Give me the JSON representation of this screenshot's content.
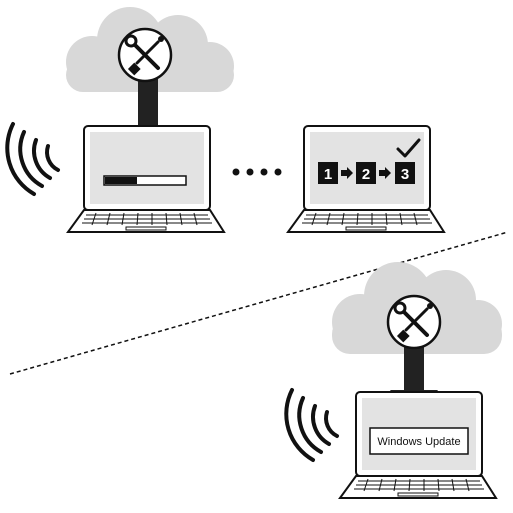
{
  "steps": {
    "one": "1",
    "two": "2",
    "three": "3"
  },
  "update_box": {
    "label": "Windows Update"
  },
  "progress": {
    "fraction": 0.4
  },
  "icons": {
    "cloud": "cloud-icon",
    "tools": "wrench-screwdriver-icon",
    "download_arrow": "arrow-down-icon",
    "wifi": "wifi-icon",
    "check": "checkmark-icon",
    "step_arrow": "arrow-right-icon"
  },
  "colors": {
    "cloud_fill": "#d8d8d8",
    "screen_fill": "#e3e3e3",
    "outline": "#111111",
    "arrow": "#222222"
  }
}
